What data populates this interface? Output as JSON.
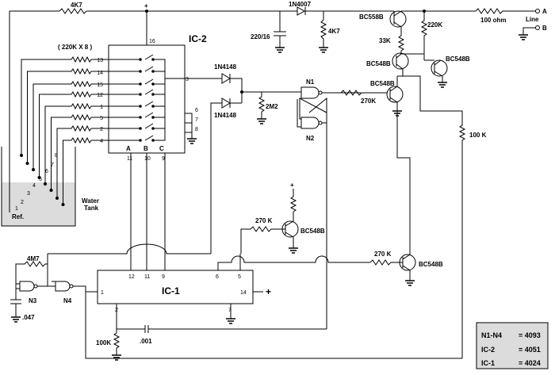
{
  "labels": {
    "r_top": "4K7",
    "plus_top": "+",
    "diode_top": "1N4007",
    "transistor_bc558": "BC558B",
    "r_100ohm": "100 ohm",
    "line_a": "A",
    "line_b": "B",
    "line": "Line",
    "cap_220": "220/16",
    "r_4k7_b": "4K7",
    "r_33k": "33K",
    "r_220k": "220K",
    "bc548_1": "BC548B",
    "bc548_2": "BC548B",
    "bc548_3": "BC548B",
    "bc548_4": "BC548B",
    "bc548_5": "BC548B",
    "r_array": "( 220K X 8 )",
    "ic2_title": "IC-2",
    "ic2_pin16": "16",
    "ic2_in_pins": [
      "13",
      "14",
      "15",
      "12",
      "1",
      "5",
      "2",
      "4"
    ],
    "ic2_pin3": "3",
    "ic2_pins_right": [
      "6",
      "7",
      "8"
    ],
    "ic2_abc": [
      "A",
      "B",
      "C"
    ],
    "ic2_bottom_pins": [
      "11",
      "10",
      "9"
    ],
    "d1": "1N4148",
    "d2": "1N4148",
    "r_2m2": "2M2",
    "n1": "N1",
    "n2": "N2",
    "r_270k_1": "270K",
    "r_100k": "100 K",
    "electrode_nums": [
      "8",
      "7",
      "6",
      "5",
      "4",
      "3",
      "2",
      "1"
    ],
    "ref": "Ref.",
    "water_tank": [
      "Water",
      "Tank"
    ],
    "plus_mid": "+",
    "r_270k_2": "270 K",
    "r_270k_3": "270 K",
    "r_4m7": "4M7",
    "n3": "N3",
    "n4": "N4",
    "cap_047": ".047",
    "ic1_title": "IC-1",
    "ic1_pins_top": [
      "12",
      "11",
      "9"
    ],
    "ic1_pins_top_right": [
      "6",
      "5"
    ],
    "ic1_pin1": "1",
    "ic1_pin14": "14",
    "ic1_plus": "+",
    "ic1_pin2": "2",
    "ic1_pin7": "7",
    "r_100k_low": "100K",
    "cap_001": ".001"
  },
  "legend": [
    {
      "name": "N1-N4",
      "value": "= 4093"
    },
    {
      "name": "IC-2",
      "value": "= 4051"
    },
    {
      "name": "IC-1",
      "value": "= 4024"
    }
  ],
  "colors": {
    "water": "#dcdcdc",
    "legend_bg": "#dcdcdc",
    "ink": "#000000"
  }
}
